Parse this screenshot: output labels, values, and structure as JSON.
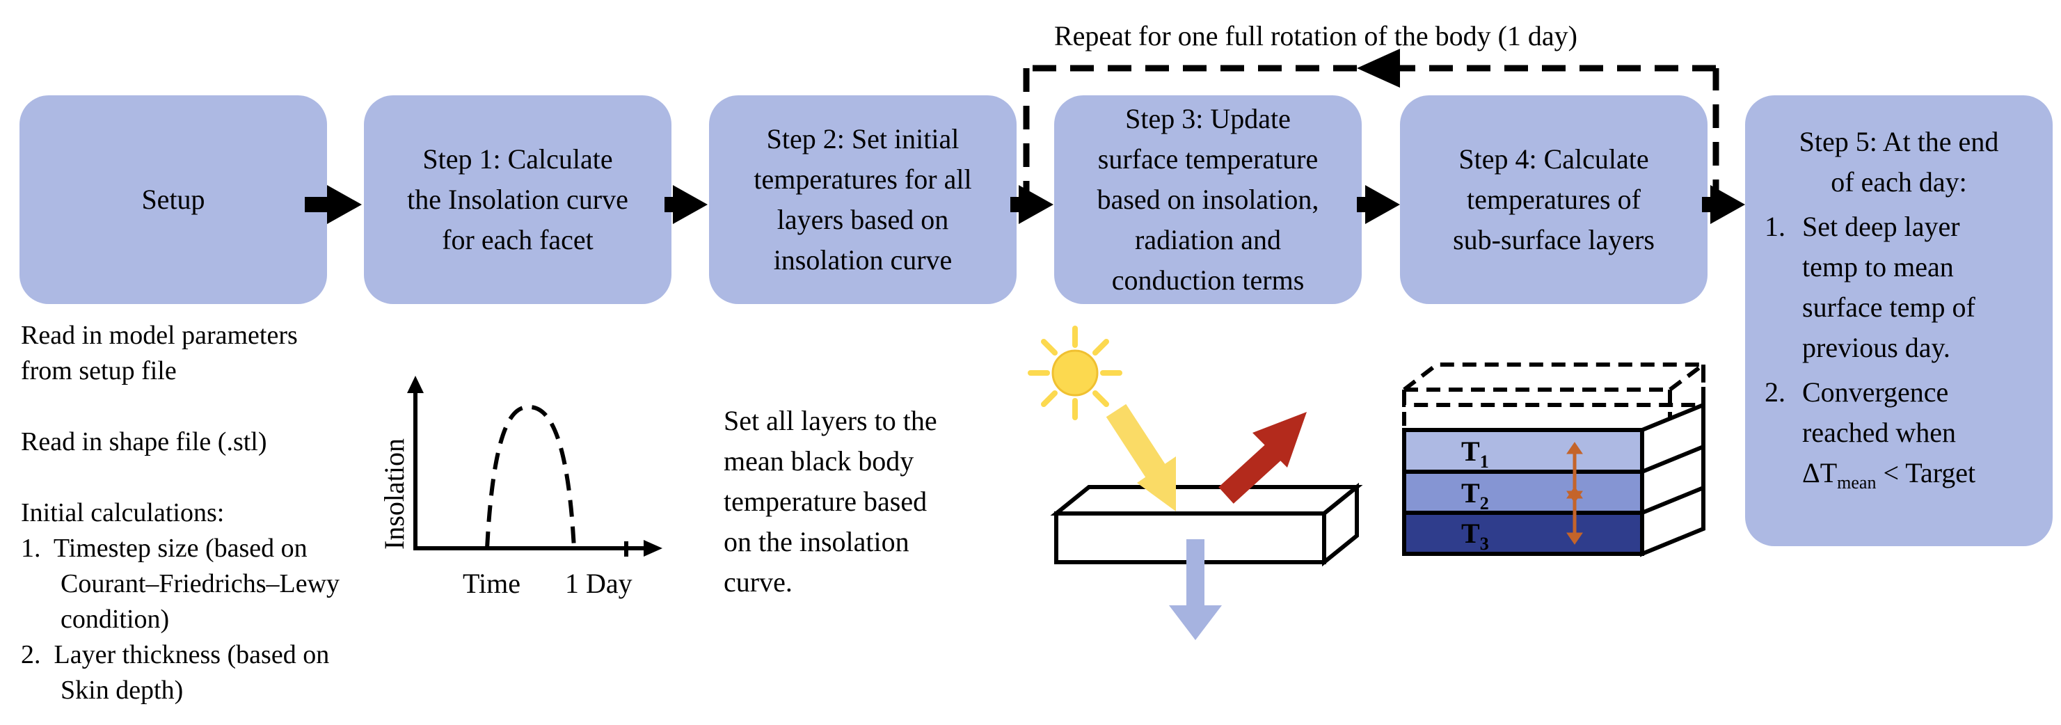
{
  "loop_label": "Repeat for one full rotation of the body (1 day)",
  "steps": [
    {
      "id": "setup",
      "lines": [
        "Setup"
      ]
    },
    {
      "id": "step1",
      "lines": [
        "Step 1: Calculate",
        "the Insolation curve",
        "for each facet"
      ]
    },
    {
      "id": "step2",
      "lines": [
        "Step 2: Set initial",
        "temperatures for all",
        "layers based on",
        "insolation curve"
      ]
    },
    {
      "id": "step3",
      "lines": [
        "Step 3: Update",
        "surface temperature",
        "based on insolation,",
        "radiation and",
        "conduction terms"
      ]
    },
    {
      "id": "step4",
      "lines": [
        "Step 4: Calculate",
        "temperatures of",
        "sub-surface layers"
      ]
    }
  ],
  "step5": {
    "title_lines": [
      "Step 5: At the end",
      "of each day:"
    ],
    "items": [
      {
        "number": "1.",
        "lines": [
          "Set deep layer",
          "temp to mean",
          "surface temp of",
          "previous day."
        ]
      },
      {
        "number": "2.",
        "lines": [
          "Convergence",
          "reached when"
        ]
      }
    ],
    "delta": "ΔT",
    "delta_sub": "mean",
    "target": " < Target"
  },
  "setup_notes": {
    "lines": [
      "Read in model parameters",
      "from setup file",
      "",
      "Read in shape file (.stl)",
      "",
      "Initial calculations:",
      "1.  Timestep size (based on",
      "      Courant–Friedrichs–Lewy",
      "      condition)",
      "2.  Layer thickness (based on",
      "      Skin depth)"
    ]
  },
  "graph": {
    "ylabel": "Insolation",
    "xlabel": "Time",
    "xlabel_end": "1 Day"
  },
  "step2_notes": {
    "lines": [
      "Set all layers to the",
      "mean black body",
      "temperature based",
      "on the insolation",
      "curve."
    ]
  },
  "layers": [
    {
      "label": "T",
      "sub": "1",
      "color": "#adb9e3"
    },
    {
      "label": "T",
      "sub": "2",
      "color": "#8595d3"
    },
    {
      "label": "T",
      "sub": "3",
      "color": "#2f3d8c"
    }
  ],
  "colors": {
    "box_fill": "#adb9e3",
    "sun": "#fcd94f",
    "incoming_arrow": "#fadb66",
    "outgoing_arrow": "#b32a1c",
    "conduction_arrow": "#a6b3e0",
    "layer_arrow": "#c4642a"
  }
}
